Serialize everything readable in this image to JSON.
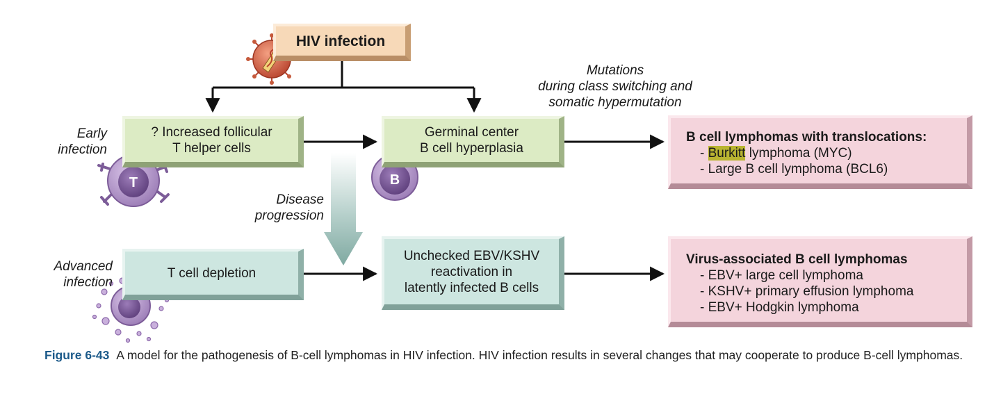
{
  "top_box": {
    "label": "HIV infection"
  },
  "stage_labels": {
    "early": [
      "Early",
      "infection"
    ],
    "advanced": [
      "Advanced",
      "infection"
    ],
    "progression": [
      "Disease",
      "progression"
    ]
  },
  "early_row": {
    "box1": [
      "? Increased follicular",
      "T helper cells"
    ],
    "box2": [
      "Germinal center",
      "B cell hyperplasia"
    ],
    "mutation_note": [
      "Mutations",
      "during class switching and",
      "somatic hypermutation"
    ],
    "result_title": "B cell lymphomas with translocations:",
    "result_items": [
      {
        "highlight": "Burkitt",
        "rest": " lymphoma (MYC)"
      },
      {
        "highlight": "",
        "rest": "Large B cell lymphoma (BCL6)"
      }
    ]
  },
  "advanced_row": {
    "box1": [
      "T cell depletion"
    ],
    "box2": [
      "Unchecked EBV/KSHV",
      "reactivation in",
      "latently infected B cells"
    ],
    "result_title": "Virus-associated B cell lymphomas",
    "result_items": [
      "EBV+ large cell lymphoma",
      "KSHV+ primary effusion lymphoma",
      "EBV+ Hodgkin lymphoma"
    ]
  },
  "cells": {
    "t_cell": "T",
    "b_cell": "B"
  },
  "caption": {
    "label": "Figure 6-43",
    "text": "A model for the pathogenesis of B-cell lymphomas in HIV infection. HIV infection results in several changes that may cooperate to produce B-cell lymphomas."
  },
  "colors": {
    "green_box": "#dcebc4",
    "peach_box": "#f7d9b8",
    "teal_box": "#cde6e0",
    "pink_box": "#f4d4dc",
    "progression_arrow": "#8fb5ae",
    "cell_purple": "#7c5c98",
    "caption_label": "#1c5a8a",
    "highlight": "#b9b431"
  }
}
